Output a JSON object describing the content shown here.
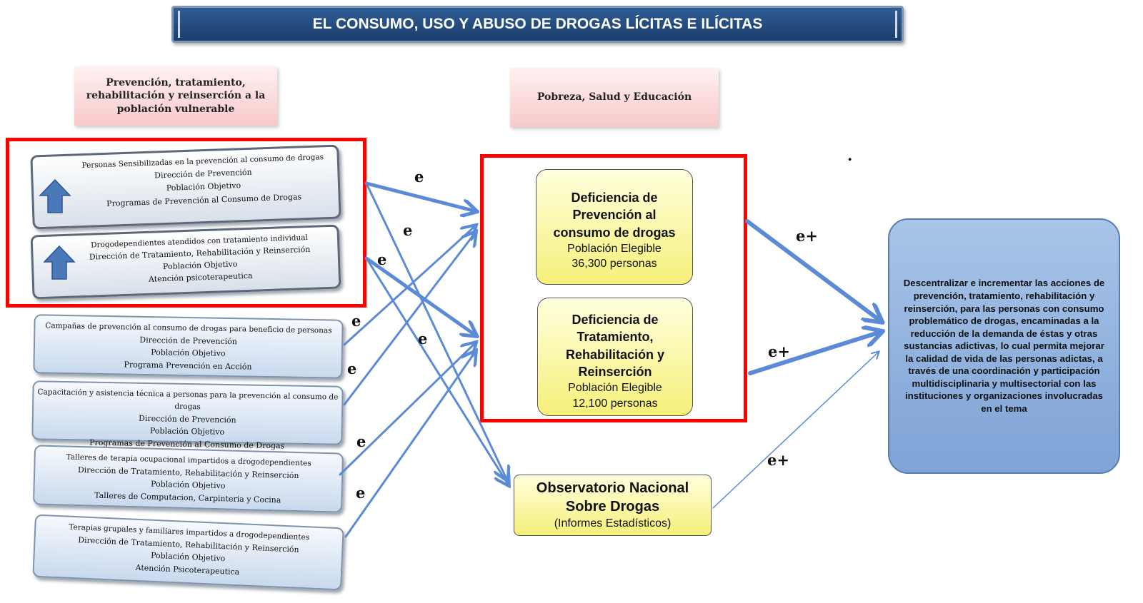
{
  "title": "EL CONSUMO, USO Y ABUSO DE DROGAS LÍCITAS E ILÍCITAS",
  "headers": {
    "left": "Prevención, tratamiento, rehabilitación y reinserción a la población vulnerable",
    "middle": "Pobreza, Salud y Educación"
  },
  "cards": [
    {
      "lines": [
        "Personas Sensibilizadas en la prevención  al consumo de drogas",
        "Dirección de Prevención",
        "Población Objetivo",
        "Programas  de Prevención al Consumo de Drogas"
      ]
    },
    {
      "lines": [
        "Drogodependientes atendidos con tratamiento individual",
        "Dirección de Tratamiento, Rehabilitación y Reinserción",
        "Población Objetivo",
        "Atención psicoterapeutica"
      ]
    },
    {
      "lines": [
        "Campañas de prevención al consumo de drogas para beneficio de personas",
        "Dirección de Prevención",
        "Población Objetivo",
        "Programa Prevención en Acción"
      ]
    },
    {
      "lines": [
        "Capacitación y asistencia técnica a personas para la prevención al consumo de drogas",
        "Dirección de Prevención",
        "Población Objetivo",
        "Programas de Prevención al Consumo de Drogas"
      ]
    },
    {
      "lines": [
        "Talleres de terapia ocupacional impartidos a drogodependientes",
        "Dirección de Tratamiento, Rehabilitación y Reinserción",
        "Población Objetivo",
        "Talleres de Computacion, Carpinteria y Cocina"
      ]
    },
    {
      "lines": [
        "Terapias grupales y familiares impartidos a drogodependientes",
        "Dirección de Tratamiento, Rehabilitación y Reinserción",
        "Población Objetivo",
        "Atención Psicoterapeutica"
      ]
    }
  ],
  "deficiencies": [
    {
      "heading": [
        "Deficiencia de",
        "Prevención al",
        "consumo de drogas"
      ],
      "sub": [
        "Población Elegible",
        "36,300 personas"
      ]
    },
    {
      "heading": [
        "Deficiencia de",
        "Tratamiento,",
        "Rehabilitación y",
        "Reinserción"
      ],
      "sub": [
        "Población Elegible",
        "12,100 personas"
      ]
    }
  ],
  "observatory": {
    "heading": [
      "Observatorio Nacional",
      "Sobre Drogas"
    ],
    "sub": "(Informes Estadísticos)"
  },
  "result": "Descentralizar e incrementar las acciones de prevención, tratamiento, rehabilitación y reinserción, para las personas con consumo problemático de drogas, encaminadas  a la reducción de la demanda de éstas y otras sustancias adictivas, lo cual permita mejorar la calidad de vida de las personas adictas, a través de una coordinación  y participación multidisciplinaria  y multisectorial con las instituciones y organizaciones involucradas  en el tema",
  "edge_labels": {
    "e": "e",
    "e_plus": "e+"
  },
  "dot": ".",
  "colors": {
    "arrow": "#5b8bd6",
    "frame": "#ff0000",
    "title_bg": "#1f4577"
  }
}
